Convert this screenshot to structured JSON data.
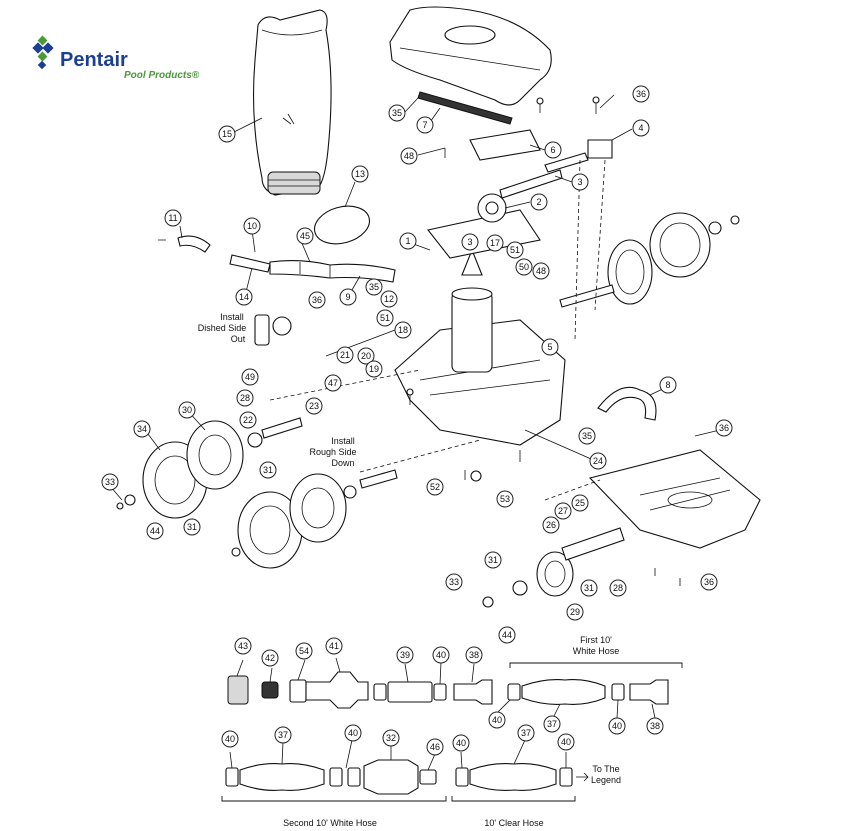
{
  "brand": {
    "name": "Pentair",
    "tagline": "Pool Products®"
  },
  "notes": {
    "dished": [
      "Install",
      "Dished Side",
      "Out"
    ],
    "rough": [
      "Install",
      "Rough Side",
      "Down"
    ],
    "first_hose": [
      "First 10'",
      "White Hose"
    ],
    "second_hose": "Second 10' White Hose",
    "clear_hose": "10' Clear Hose",
    "to_legend": [
      "To The",
      "Legend"
    ]
  },
  "callouts": {
    "c15": "15",
    "c35a": "35",
    "c7": "7",
    "c36a": "36",
    "c4": "4",
    "c48a": "48",
    "c6": "6",
    "c3a": "3",
    "c2": "2",
    "c13": "13",
    "c11": "11",
    "c10": "10",
    "c45": "45",
    "c1": "1",
    "c3b": "3",
    "c17": "17",
    "c51a": "51",
    "c50": "50",
    "c48b": "48",
    "c14": "14",
    "c9": "9",
    "c35b": "35",
    "c12": "12",
    "c51b": "51",
    "c18": "18",
    "c36b": "36",
    "c21": "21",
    "c20": "20",
    "c19": "19",
    "c5": "5",
    "c47": "47",
    "c8": "8",
    "c49": "49",
    "c28a": "28",
    "c23": "23",
    "c22": "22",
    "c35c": "35",
    "c36c": "36",
    "c30": "30",
    "c34": "34",
    "c31a": "31",
    "c24": "24",
    "c33a": "33",
    "c44a": "44",
    "c31b": "31",
    "c52": "52",
    "c53": "53",
    "c25": "25",
    "c27": "27",
    "c26": "26",
    "c31c": "31",
    "c28b": "28",
    "c29": "29",
    "c36d": "36",
    "c33b": "33",
    "c44b": "44",
    "c43": "43",
    "c42": "42",
    "c54": "54",
    "c41": "41",
    "c39": "39",
    "c40a": "40",
    "c38a": "38",
    "c40b": "40",
    "c40c": "40",
    "c38b": "38",
    "c40d": "40",
    "c37a": "37",
    "c40e": "40",
    "c32": "32",
    "c46": "46",
    "c40f": "40",
    "c37b": "37",
    "c40g": "40"
  }
}
